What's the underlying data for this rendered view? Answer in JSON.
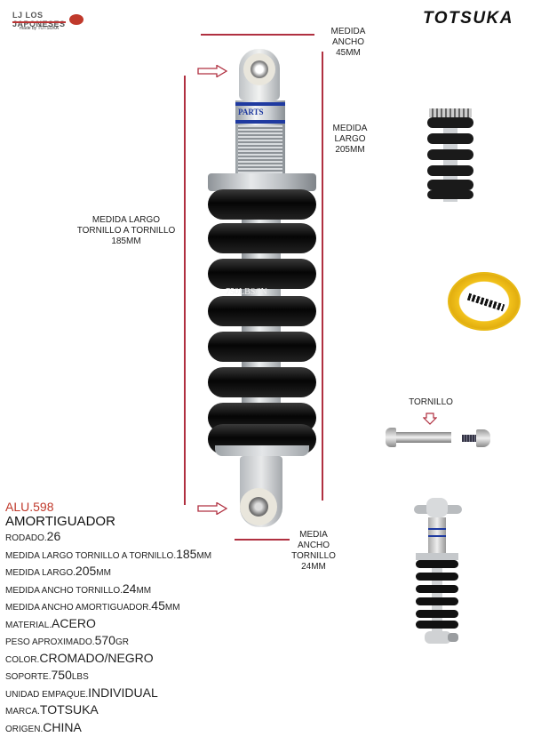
{
  "header": {
    "left_logo_text": "LJ LOS JAPONESES",
    "left_logo_sub": "made by TOTSUKA",
    "brand_logo": "TOTSUKA"
  },
  "annotations": {
    "ancho_top": [
      "MEDIDA",
      "ANCHO",
      "45MM"
    ],
    "largo": [
      "MEDIDA",
      "LARGO",
      "205MM"
    ],
    "largo_tornillo": [
      "MEDIDA LARGO",
      "TORNILLO A TORNILLO",
      "185MM"
    ],
    "ancho_tornillo": [
      "MEDIA",
      "ANCHO",
      "TORNILLO",
      "24MM"
    ],
    "tornillo_label": "TORNILLO",
    "spring_marking": "750LBS/IN",
    "tube_marking": "PARTS"
  },
  "specs": {
    "code": "ALU.598",
    "title": "AMORTIGUADOR",
    "rows": [
      {
        "key": "RODADO.",
        "value": "26",
        "unit": ""
      },
      {
        "key": "MEDIDA LARGO TORNILLO A TORNILLO.",
        "value": "185",
        "unit": "MM"
      },
      {
        "key": "MEDIDA LARGO.",
        "value": "205",
        "unit": "MM"
      },
      {
        "key": "MEDIDA ANCHO TORNILLO.",
        "value": "24",
        "unit": "MM"
      },
      {
        "key": "MEDIDA ANCHO AMORTIGUADOR.",
        "value": "45",
        "unit": "MM"
      },
      {
        "key": "MATERIAL.",
        "value": "ACERO",
        "unit": ""
      },
      {
        "key": "PESO APROXIMADO.",
        "value": "570",
        "unit": "GR"
      },
      {
        "key": "COLOR.",
        "value": "CROMADO/NEGRO",
        "unit": ""
      },
      {
        "key": "SOPORTE.",
        "value": "750",
        "unit": "LBS"
      },
      {
        "key": "UNIDAD EMPAQUE.",
        "value": "INDIVIDUAL",
        "unit": ""
      },
      {
        "key": "MARCA.",
        "value": "TOTSUKA",
        "unit": ""
      },
      {
        "key": "ORIGEN.",
        "value": "CHINA",
        "unit": ""
      }
    ]
  },
  "colors": {
    "accent_red": "#c0392b",
    "measure_line": "#b03040",
    "spring_black": "#0a0a0a",
    "chrome": "#c8ccd0",
    "label_blue": "#1f3aa0",
    "yellow_badge": "#f2c21b"
  }
}
